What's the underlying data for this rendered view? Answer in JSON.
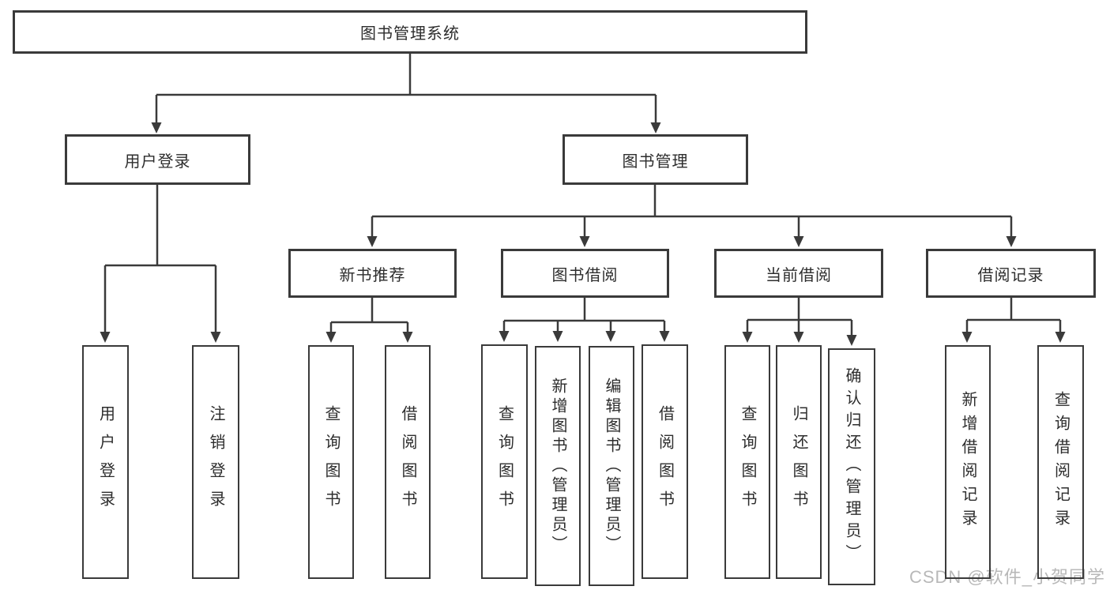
{
  "diagram_title": "图书管理系统",
  "tree": {
    "root": {
      "label": "图书管理系统"
    },
    "branches": [
      {
        "label": "用户登录",
        "children": [
          {
            "label": "用户登录"
          },
          {
            "label": "注销登录"
          }
        ]
      },
      {
        "label": "图书管理",
        "children": [
          {
            "label": "新书推荐",
            "children": [
              {
                "label": "查询图书"
              },
              {
                "label": "借阅图书"
              }
            ]
          },
          {
            "label": "图书借阅",
            "children": [
              {
                "label": "查询图书"
              },
              {
                "label": "新增图书（管理员）"
              },
              {
                "label": "编辑图书（管理员）"
              },
              {
                "label": "借阅图书"
              }
            ]
          },
          {
            "label": "当前借阅",
            "children": [
              {
                "label": "查询图书"
              },
              {
                "label": "归还图书"
              },
              {
                "label": "确认归还（管理员）"
              }
            ]
          },
          {
            "label": "借阅记录",
            "children": [
              {
                "label": "新增借阅记录"
              },
              {
                "label": "查询借阅记录"
              }
            ]
          }
        ]
      }
    ]
  },
  "watermark": {
    "text": "CSDN @软件_小贺同学"
  },
  "colors": {
    "line": "#3a3a3a",
    "text": "#2d2d2d",
    "wm": "#b8b8b8",
    "bg": "#ffffff"
  }
}
